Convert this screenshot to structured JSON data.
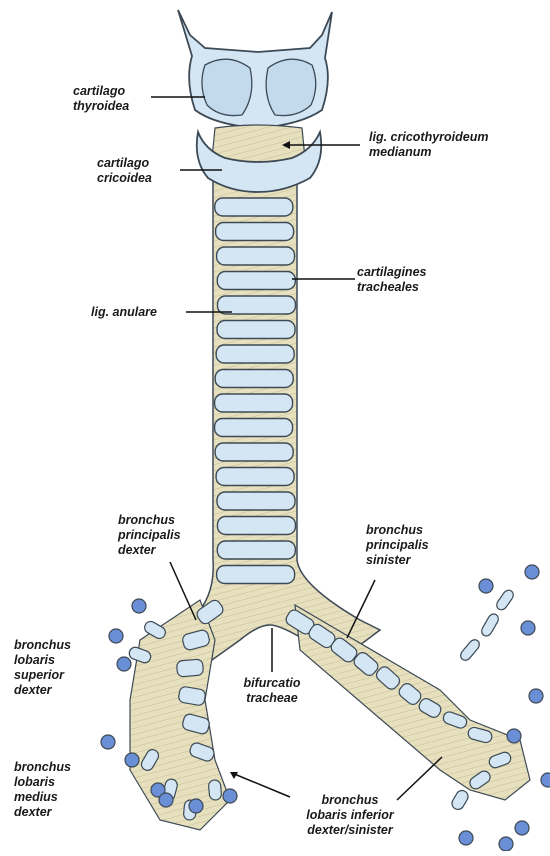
{
  "labels": {
    "thyroid": [
      "cartilago",
      "thyroidea"
    ],
    "cricothyroid": [
      "lig. cricothyroideum",
      "medianum"
    ],
    "cricoid": [
      "cartilago",
      "cricoidea"
    ],
    "tracheal_cartilages": [
      "cartilagines",
      "tracheales"
    ],
    "annular": [
      "lig. anulare"
    ],
    "main_bronchus_right": [
      "bronchus",
      "principalis",
      "dexter"
    ],
    "main_bronchus_left": [
      "bronchus",
      "principalis",
      "sinister"
    ],
    "upper_lobe_bronchus_right": [
      "bronchus",
      "lobaris",
      "superior",
      "dexter"
    ],
    "bifurcation": [
      "bifurcatio",
      "tracheae"
    ],
    "middle_lobe_bronchus_right": [
      "bronchus",
      "lobaris",
      "medius",
      "dexter"
    ],
    "lower_lobe_bronchus": [
      "bronchus",
      "lobaris inferior",
      "dexter/sinister"
    ]
  },
  "colors": {
    "cartilage": "#d4e6f4",
    "ligament": "#e6e0bf",
    "outline": "#3d4a55",
    "bronchus_tip": "#6b8fd6",
    "leader": "#111111"
  }
}
